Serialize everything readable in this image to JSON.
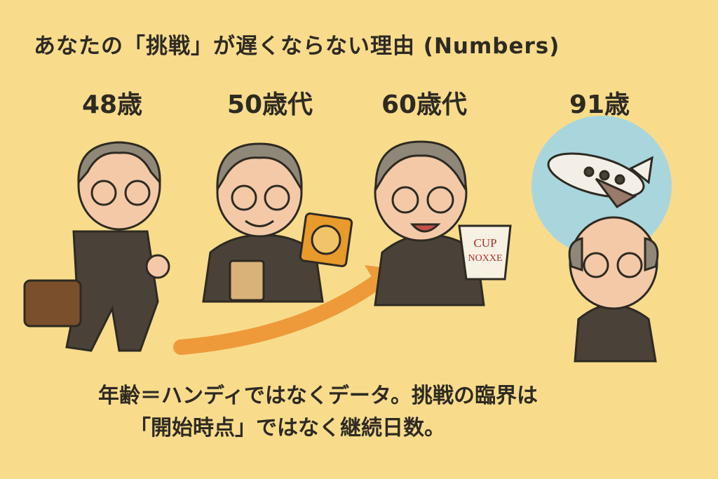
{
  "title": "あなたの「挑戦」が遅くならない理由 (Numbers)",
  "stages": [
    {
      "age": "48歳",
      "icon": "walking-man-with-briefcase"
    },
    {
      "age": "50歳代",
      "icon": "man-with-food-package"
    },
    {
      "age": "60歳代",
      "icon": "man-with-cup-noodle"
    },
    {
      "age": "91歳",
      "icon": "elderly-man-with-airplane-thought"
    }
  ],
  "cup_label": [
    "CUP",
    "NOXXE"
  ],
  "caption": {
    "line1": "年齢＝ハンディではなくデータ。挑戦の臨界は",
    "line2": "「開始時点」ではなく継続日数。"
  },
  "colors": {
    "background": "#f8dc8c",
    "arrow": "#ee9a3a",
    "suit": "#4a4238",
    "bubble": "#a9d6dc"
  }
}
